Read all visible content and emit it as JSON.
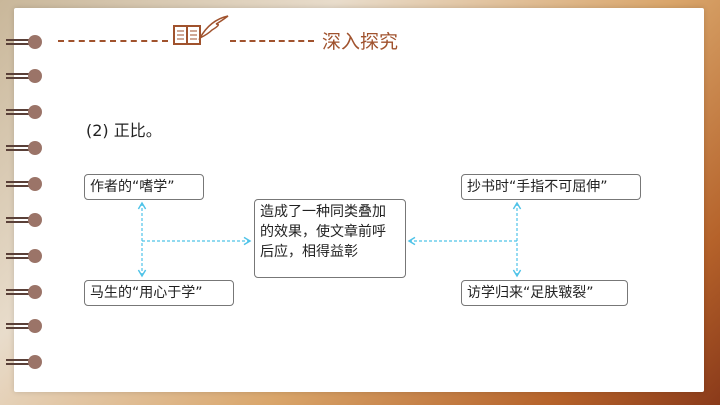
{
  "header": {
    "title": "深入探究",
    "icon": "book-quill-icon"
  },
  "question": "(2) 正比。",
  "diagram": {
    "left_top": "作者的“嗜学”",
    "left_bottom": "马生的“用心于学”",
    "center": [
      "造成了一种同类叠加",
      "的效果，使文章前呼",
      "后应，相得益彰"
    ],
    "right_top": "抄书时“手指不可屈伸”",
    "right_bottom": "访学归来“足肤皲裂”"
  },
  "colors": {
    "accent": "#a0522d",
    "arrow": "#4fc3e8"
  }
}
